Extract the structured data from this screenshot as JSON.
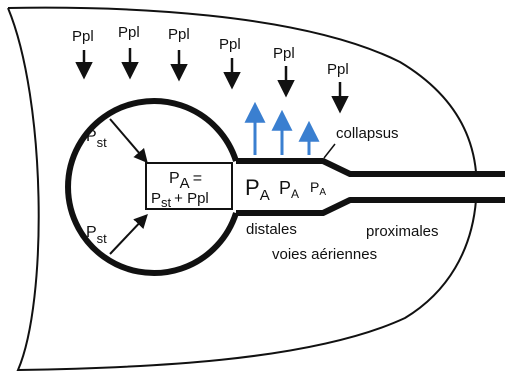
{
  "labels": {
    "ppl": "Ppl",
    "pst_p": "P",
    "pst_sub": "st",
    "pa_p": "P",
    "pa_sub": "A",
    "pa_equals": "=",
    "pa_plus": "+ Ppl",
    "collapsus": "collapsus",
    "distales": "distales",
    "proximales": "proximales",
    "voies_aeriennes": "voies aériennes"
  },
  "colors": {
    "line": "#111111",
    "blue_arrow": "#3a7fd0",
    "background": "#ffffff"
  }
}
